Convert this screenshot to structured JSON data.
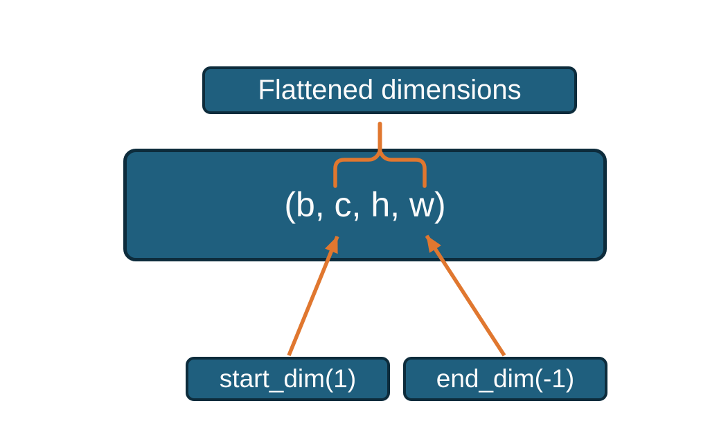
{
  "diagram": {
    "flattened_box": {
      "label": "Flattened dimensions"
    },
    "tensor_box": {
      "label": "(b, c, h, w)"
    },
    "start_dim_box": {
      "label": "start_dim(1)"
    },
    "end_dim_box": {
      "label": "end_dim(-1)"
    }
  },
  "colors": {
    "background": "#ffffff",
    "box_fill": "#1f5f7e",
    "box_border": "#0d2c3c",
    "box_text": "#fbfbfb",
    "connector": "#e0772f"
  }
}
